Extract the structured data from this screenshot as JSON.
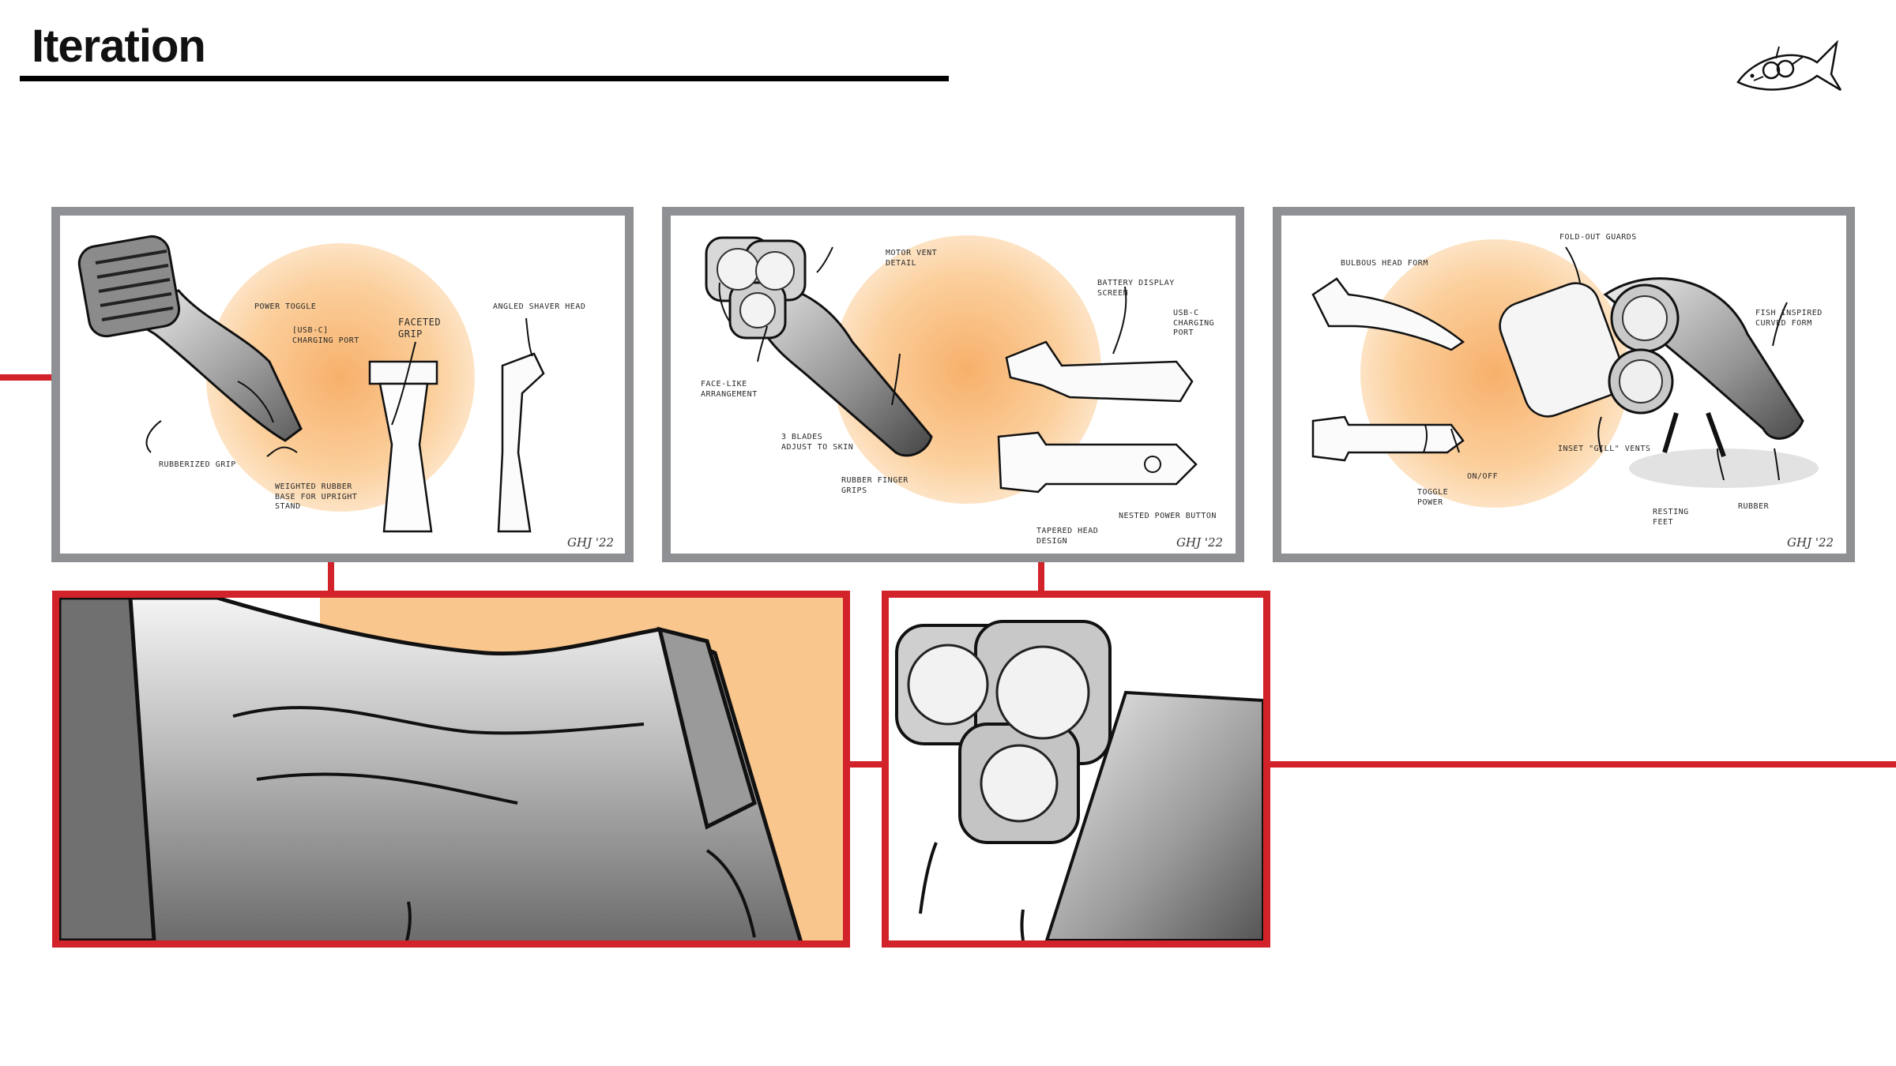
{
  "page": {
    "title": "Iteration"
  },
  "sketch1": {
    "notes": {
      "power_toggle": "POWER TOGGLE",
      "usb_port": "[USB-C]\nCHARGING PORT",
      "faceted_grip": "FACETED\nGRIP",
      "angled_head": "ANGLED SHAVER HEAD",
      "rubberized_grip": "RUBBERIZED GRIP",
      "weighted_base": "WEIGHTED RUBBER\nBASE FOR UPRIGHT\nSTAND"
    },
    "signature": "GHJ '22"
  },
  "sketch2": {
    "notes": {
      "motor_vent": "MOTOR VENT\nDETAIL",
      "battery_display": "BATTERY DISPLAY\nSCREEN",
      "usb_port": "USB-C\nCHARGING\nPORT",
      "face_like": "FACE-LIKE\nARRANGEMENT",
      "three_blades": "3 BLADES\nADJUST TO SKIN",
      "rubber_grips": "RUBBER FINGER\nGRIPS",
      "nested_button": "NESTED POWER BUTTON",
      "tapered_head": "TAPERED HEAD\nDESIGN"
    },
    "signature": "GHJ '22"
  },
  "sketch3": {
    "notes": {
      "fold_out": "FOLD-OUT GUARDS",
      "bulbous_head": "BULBOUS HEAD FORM",
      "fish_inspired": "FISH INSPIRED\nCURVED FORM",
      "inset_gill": "INSET \"GILL\" VENTS",
      "toggle_power": "TOGGLE\nPOWER",
      "on_off": "ON/OFF",
      "resting_feet": "RESTING\nFEET",
      "rubber": "RUBBER"
    },
    "signature": "GHJ '22"
  },
  "colors": {
    "accent_red": "#d2232a",
    "frame_gray": "#8f9093",
    "peach": "#f9c68d"
  },
  "icons": [
    "fish-logo-icon"
  ]
}
